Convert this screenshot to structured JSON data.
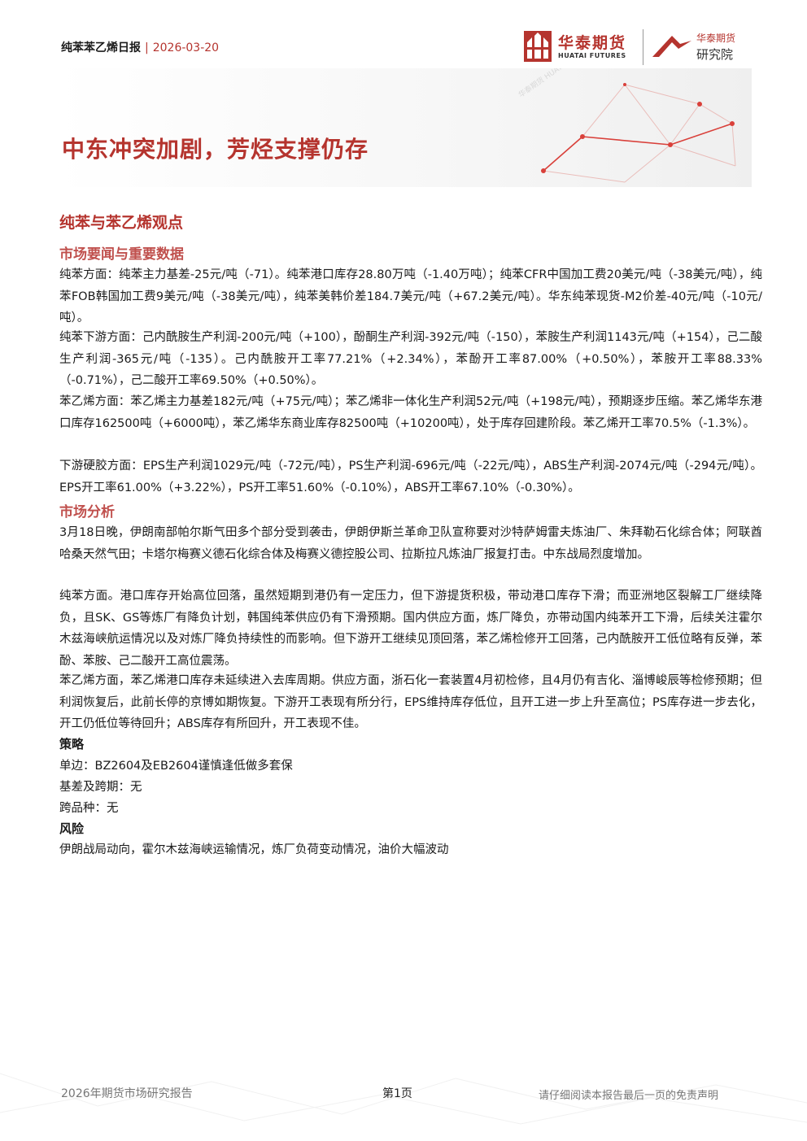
{
  "header": {
    "report_name": "纯苯苯乙烯日报",
    "separator": "|",
    "date": "2026-03-20"
  },
  "logo": {
    "name_cn": "华泰期货",
    "name_en": "HUATAI FUTURES",
    "institute_top": "华泰期货",
    "institute_bottom": "研究院",
    "brand_color": "#b5342e"
  },
  "title": "中东冲突加剧，芳烃支撑仍存",
  "section_title": "纯苯与苯乙烯观点",
  "market_news": {
    "heading": "市场要闻与重要数据",
    "paragraphs": [
      "纯苯方面：纯苯主力基差-25元/吨（-71）。纯苯港口库存28.80万吨（-1.40万吨）；纯苯CFR中国加工费20美元/吨（-38美元/吨），纯苯FOB韩国加工费9美元/吨（-38美元/吨），纯苯美韩价差184.7美元/吨（+67.2美元/吨）。华东纯苯现货-M2价差-40元/吨（-10元/吨）。",
      "纯苯下游方面：己内酰胺生产利润-200元/吨（+100），酚酮生产利润-392元/吨（-150），苯胺生产利润1143元/吨（+154），己二酸生产利润-365元/吨（-135）。己内酰胺开工率77.21%（+2.34%），苯酚开工率87.00%（+0.50%），苯胺开工率88.33%（-0.71%），己二酸开工率69.50%（+0.50%）。",
      "苯乙烯方面：苯乙烯主力基差182元/吨（+75元/吨）；苯乙烯非一体化生产利润52元/吨（+198元/吨），预期逐步压缩。苯乙烯华东港口库存162500吨（+6000吨），苯乙烯华东商业库存82500吨（+10200吨），处于库存回建阶段。苯乙烯开工率70.5%（-1.3%）。",
      "下游硬胶方面：EPS生产利润1029元/吨（-72元/吨），PS生产利润-696元/吨（-22元/吨），ABS生产利润-2074元/吨（-294元/吨）。EPS开工率61.00%（+3.22%），PS开工率51.60%（-0.10%），ABS开工率67.10%（-0.30%）。"
    ]
  },
  "market_analysis": {
    "heading": "市场分析",
    "paragraphs": [
      "3月18日晚，伊朗南部帕尔斯气田多个部分受到袭击，伊朗伊斯兰革命卫队宣称要对沙特萨姆雷夫炼油厂、朱拜勒石化综合体；阿联酋哈桑天然气田；卡塔尔梅赛义德石化综合体及梅赛义德控股公司、拉斯拉凡炼油厂报复打击。中东战局烈度增加。",
      "纯苯方面。港口库存开始高位回落，虽然短期到港仍有一定压力，但下游提货积极，带动港口库存下滑；而亚洲地区裂解工厂继续降负，且SK、GS等炼厂有降负计划，韩国纯苯供应仍有下滑预期。国内供应方面，炼厂降负，亦带动国内纯苯开工下滑，后续关注霍尔木兹海峡航运情况以及对炼厂降负持续性的而影响。但下游开工继续见顶回落，苯乙烯检修开工回落，己内酰胺开工低位略有反弹，苯酚、苯胺、己二酸开工高位震荡。",
      "苯乙烯方面，苯乙烯港口库存未延续进入去库周期。供应方面，浙石化一套装置4月初检修，且4月仍有吉化、淄博峻辰等检修预期；但利润恢复后，此前长停的京博如期恢复。下游开工表现有所分行，EPS维持库存低位，且开工进一步上升至高位；PS库存进一步去化，开工仍低位等待回升；ABS库存有所回升，开工表现不佳。"
    ]
  },
  "strategy": {
    "heading": "策略",
    "lines": [
      "单边：BZ2604及EB2604谨慎逢低做多套保",
      "基差及跨期：无",
      "跨品种：无"
    ]
  },
  "risk": {
    "heading": "风险",
    "text": "伊朗战局动向，霍尔木兹海峡运输情况，炼厂负荷变动情况，油价大幅波动"
  },
  "footer": {
    "left": "2026年期货市场研究报告",
    "page": "第1页",
    "right": "请仔细阅读本报告最后一页的免责声明"
  },
  "decor": {
    "watermark": "华泰期货 HUATAI FUTURES"
  }
}
